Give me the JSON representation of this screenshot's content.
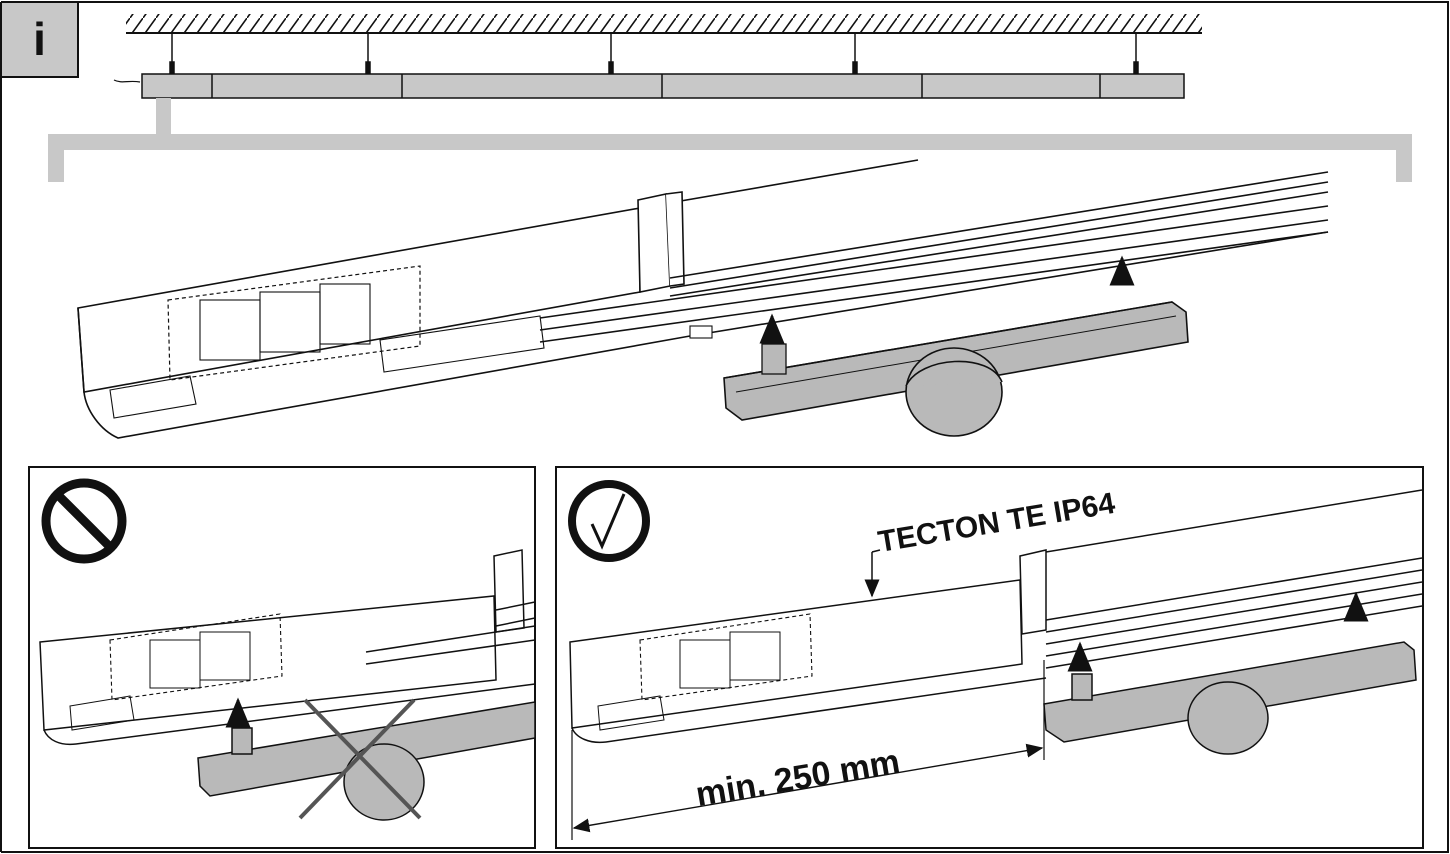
{
  "info_badge": {
    "label": "i"
  },
  "product_label": "TECTON TE IP64",
  "dimension_label": "min. 250 mm",
  "colors": {
    "line": "#111111",
    "panel_gray": "#c8c8c8",
    "body_gray": "#b9b9b9",
    "cross": "#555555",
    "white": "#ffffff"
  },
  "icons": {
    "wrong": "prohibited-icon",
    "correct": "checkmark-icon"
  }
}
